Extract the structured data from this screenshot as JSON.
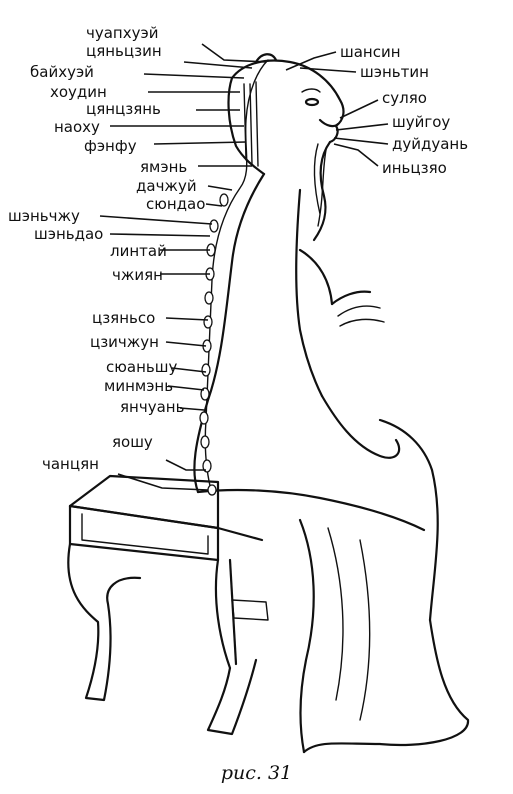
{
  "figure": {
    "caption": "рис. 31",
    "points_left": [
      "чуапхуэй",
      "цяньцзин",
      "байхуэй",
      "хоудин",
      "цянцзянь",
      "наоху",
      "фэнфу",
      "ямэнь",
      "дачжуй",
      "сюндао",
      "шэньчжу",
      "шэньдао",
      "линтай",
      "чжиян",
      "цзяньсо",
      "цзичжун",
      "сюаньшу",
      "минмэнь",
      "янчуань",
      "яошу",
      "чанцян"
    ],
    "points_right": [
      "шансин",
      "шэньтин",
      "суляо",
      "шуйгоу",
      "дуйдуань",
      "иньцзяо"
    ]
  }
}
